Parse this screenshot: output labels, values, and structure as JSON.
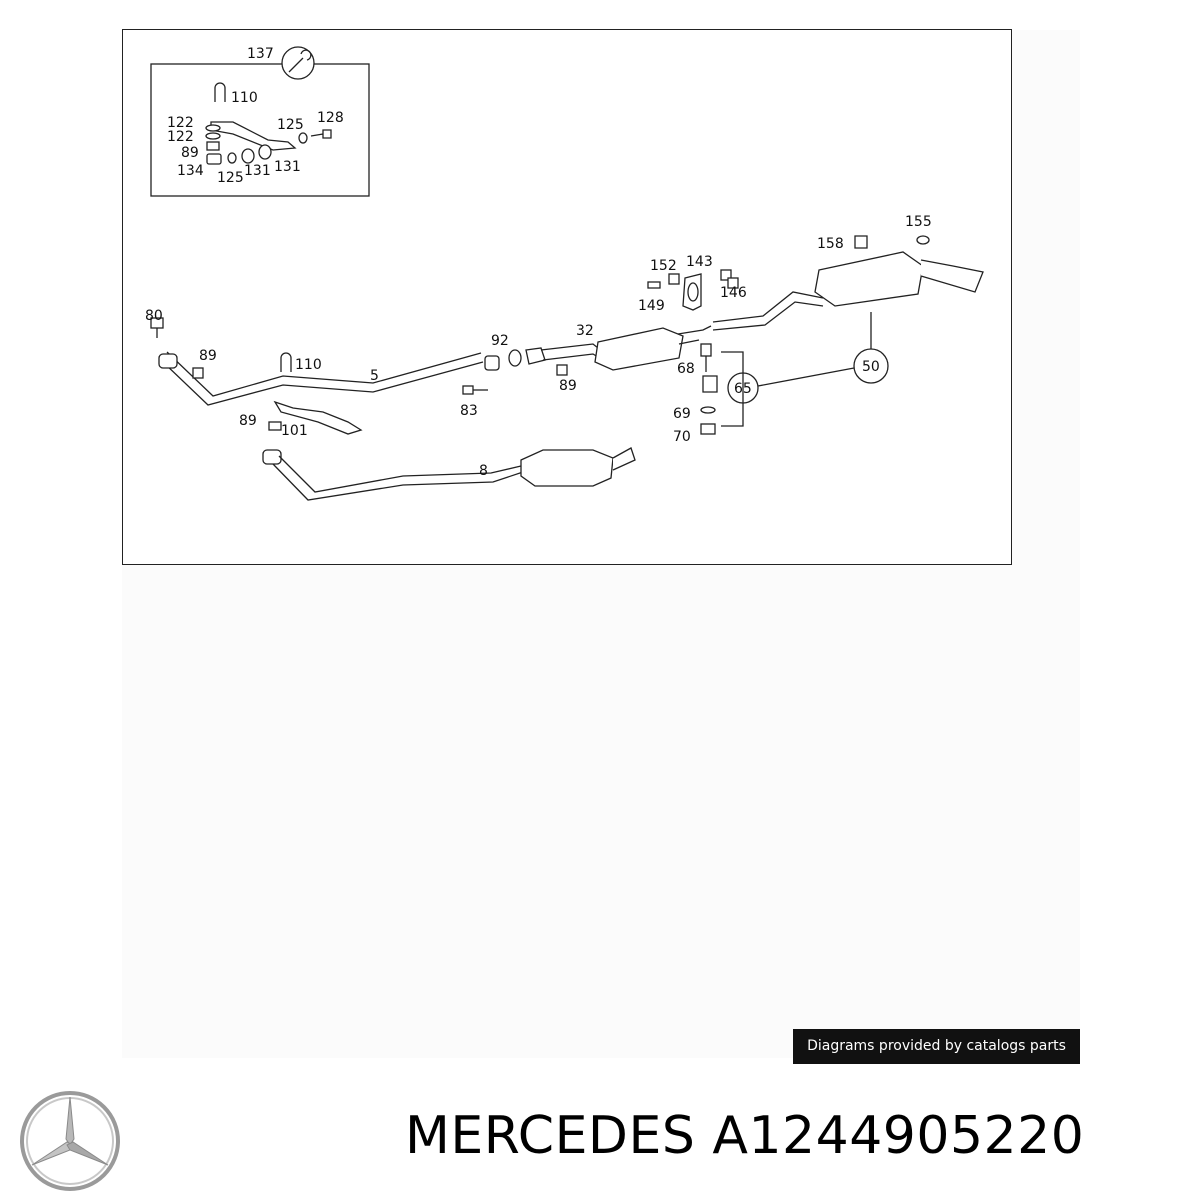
{
  "callouts": {
    "c137": "137",
    "c110a": "110",
    "c122a": "122",
    "c122b": "122",
    "c125a": "125",
    "c128": "128",
    "c89a": "89",
    "c134": "134",
    "c125b": "125",
    "c131a": "131",
    "c131b": "131",
    "c155": "155",
    "c158": "158",
    "c152": "152",
    "c143": "143",
    "c149": "149",
    "c146": "146",
    "c80": "80",
    "c89b": "89",
    "c110b": "110",
    "c5": "5",
    "c92": "92",
    "c32": "32",
    "c68": "68",
    "c65": "65",
    "c50": "50",
    "c83": "83",
    "c89c": "89",
    "c89d": "89",
    "c101": "101",
    "c69": "69",
    "c70": "70",
    "c8": "8"
  },
  "credit": "Diagrams provided by catalogs parts",
  "brand": "MERCEDES",
  "part_number": "A1244905220",
  "logo": "mercedes-star-icon"
}
